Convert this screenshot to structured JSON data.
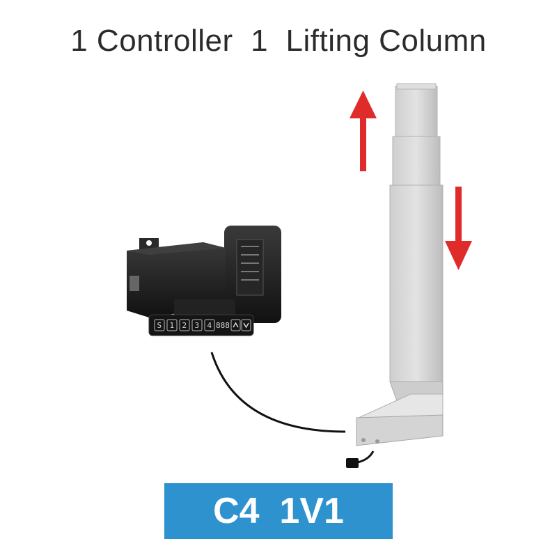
{
  "title": "1 Controller  1  Lifting Column",
  "model_label": "C4  1V1",
  "keypad": {
    "keys": [
      "S",
      "1",
      "2",
      "3",
      "4"
    ],
    "display": "888"
  },
  "icons": [
    "arrow-up-icon",
    "arrow-down-icon",
    "up-chevron-icon",
    "down-chevron-icon"
  ],
  "colors": {
    "badge": "#2e92cf",
    "arrows": "#e02b2b",
    "column": "#d6d6d6"
  }
}
